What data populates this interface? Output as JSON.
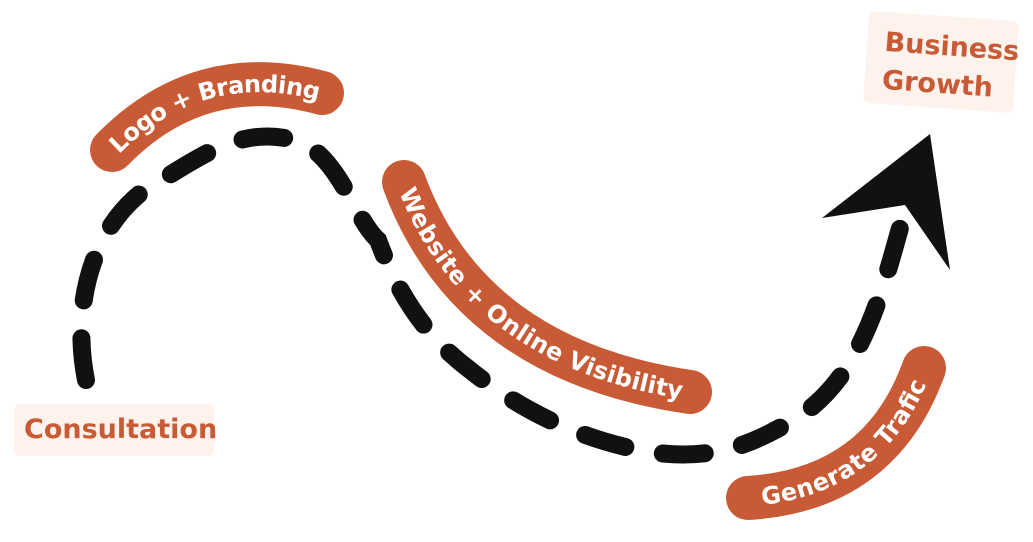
{
  "diagram": {
    "colors": {
      "accent": "#C85A36",
      "path": "#111111",
      "label_on_accent": "#FFFFFF",
      "soft_bg": "#FDF3EC"
    },
    "steps": [
      {
        "id": "consultation",
        "label": "Consultation"
      },
      {
        "id": "logo-branding",
        "label": "Logo + Branding"
      },
      {
        "id": "website-visibility",
        "label": "Website + Online Visibility"
      },
      {
        "id": "generate-traffic",
        "label": "Generate Trafic"
      },
      {
        "id": "business-growth",
        "label_line1": "Business",
        "label_line2": "Growth"
      }
    ],
    "icons": [
      "arrow-head-icon"
    ]
  }
}
